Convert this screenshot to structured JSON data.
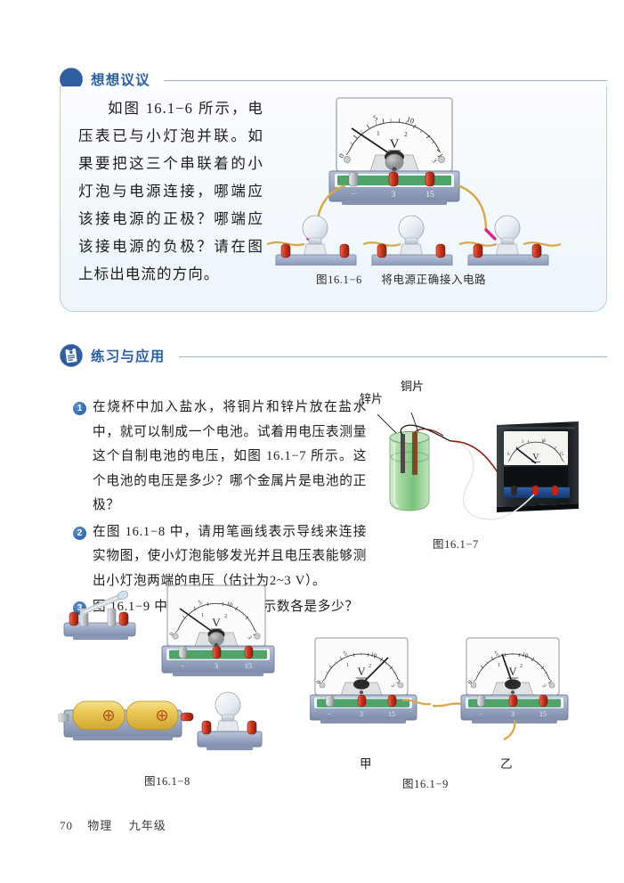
{
  "page": {
    "number": "70",
    "subject": "物理",
    "grade": "九年级"
  },
  "sections": [
    {
      "id": "discuss",
      "icon": "thinking-faces-icon",
      "title": "想想议议",
      "body": "如图 16.1−6 所示，电压表已与小灯泡并联。如果要把这三个串联着的小灯泡与电源连接，哪端应该接电源的正极？哪端应该接电源的负极？请在图上标出电流的方向。"
    },
    {
      "id": "exercises",
      "icon": "clipboard-icon",
      "title": "练习与应用"
    }
  ],
  "exercises": [
    {
      "number": "1",
      "text": "在烧杯中加入盐水，将铜片和锌片放在盐水中，就可以制成一个电池。试着用电压表测量这个自制电池的电压，如图 16.1−7 所示。这个电池的电压是多少？哪个金属片是电池的正极？"
    },
    {
      "number": "2",
      "text": "在图 16.1−8 中，请用笔画线表示导线来连接实物图，使小灯泡能够发光并且电压表能够测出小灯泡两端的电压（估计为2~3 V）。"
    },
    {
      "number": "3",
      "text": "图 16.1−9 中，两个电压表的示数各是多少？"
    }
  ],
  "figures": [
    {
      "id": "fig-16-1-6",
      "caption_number": "图16.1−6",
      "caption_text": "将电源正确接入电路"
    },
    {
      "id": "fig-16-1-7",
      "caption_number": "图16.1−7",
      "caption_text": "",
      "labels": [
        {
          "name": "zinc-plate-label",
          "text": "锌片"
        },
        {
          "name": "copper-plate-label",
          "text": "铜片"
        }
      ]
    },
    {
      "id": "fig-16-1-8",
      "caption_number": "图16.1−8",
      "caption_text": ""
    },
    {
      "id": "fig-16-1-9",
      "caption_number": "图16.1−9",
      "caption_text": "",
      "sublabels": [
        {
          "name": "meter-label-jia",
          "text": "甲"
        },
        {
          "name": "meter-label-yi",
          "text": "乙"
        }
      ]
    }
  ],
  "voltmeter": {
    "symbol": "V",
    "outer_scale": [
      "0",
      "5",
      "10",
      "15"
    ],
    "inner_scale": [
      "0",
      "1",
      "2",
      "3"
    ],
    "terminals": [
      "−",
      "3",
      "15"
    ]
  },
  "battery": {
    "polarity_marks": [
      "+",
      "+"
    ]
  },
  "colors": {
    "accent_blue": "#2a5ea0",
    "box_border": "#b9cfe4",
    "box_fill": "#f2f8fd",
    "bullet": "#2f6aae",
    "terminal_red": "#c8301c",
    "panel_blue": "#8b9bbd",
    "panel_green": "#4fa36b",
    "wire_tan": "#d9a646",
    "solution_green": "#8ec98a",
    "battery_yellow": "#e8c84a"
  }
}
